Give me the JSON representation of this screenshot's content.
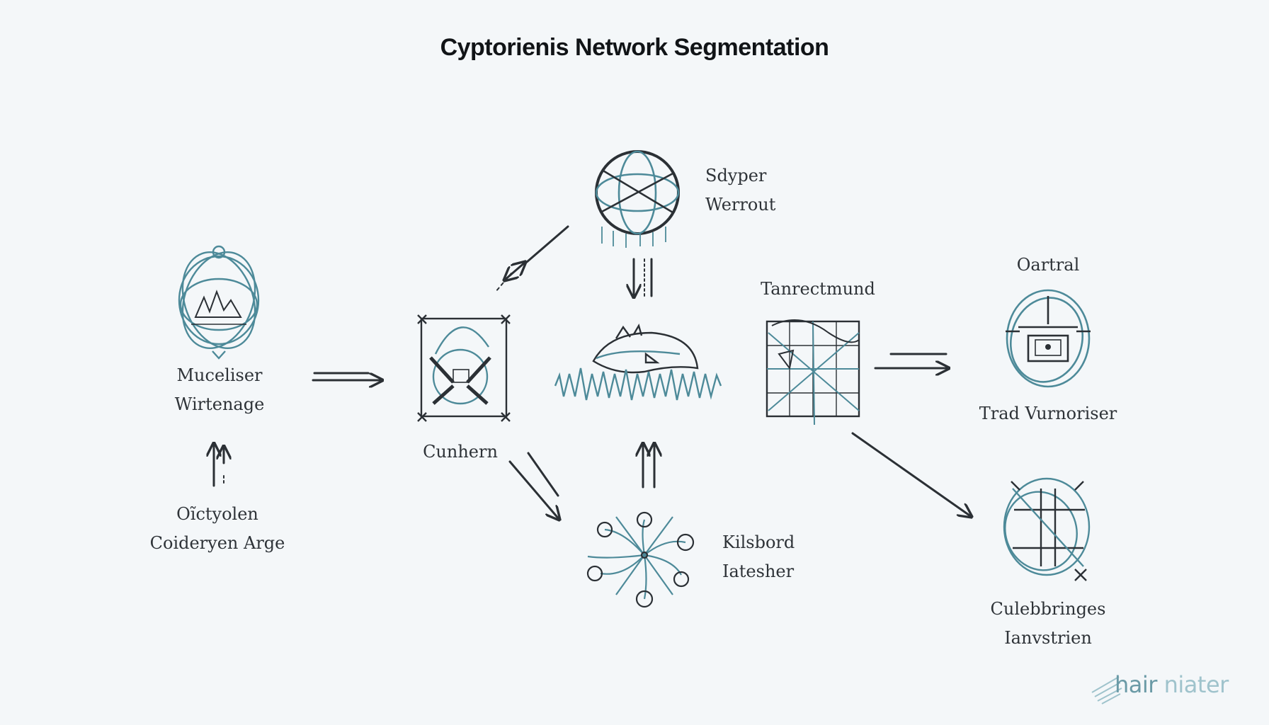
{
  "title": "Cyptorienis Network Segmentation",
  "nodes": {
    "muceliser": {
      "line1": "Muceliser",
      "line2": "Wirtenage"
    },
    "oictyolen": {
      "line1": "Oĩctyolen",
      "line2": "Coideryen Arge"
    },
    "cunhern": {
      "line1": "Cunhern"
    },
    "sdyper": {
      "line1": "Sdyper",
      "line2": "Werrout"
    },
    "tanrectmund": {
      "line1": "Tanrectmund"
    },
    "kilsbord": {
      "line1": "Kilsbord",
      "line2": "Iatesher"
    },
    "oartral": {
      "line1": "Oartral"
    },
    "trad": {
      "line1": "Trad Vurnoriser"
    },
    "culebbringes": {
      "line1": "Culebbringes",
      "line2": "Ianvstrien"
    }
  },
  "watermark": {
    "text_dark": "hair",
    "text_light": " niater"
  },
  "colors": {
    "teal": "#4d8a99",
    "ink": "#2b3035",
    "background": "#f4f7f9"
  }
}
